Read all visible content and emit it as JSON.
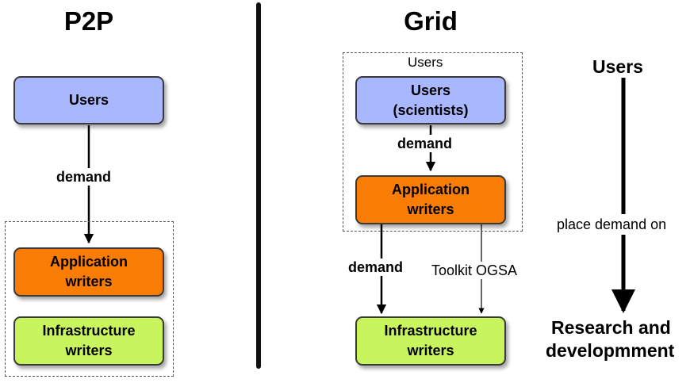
{
  "colors": {
    "users_box": "#a9b7ff",
    "application_box": "#f97c05",
    "infrastructure_box": "#c8f45e"
  },
  "p2p": {
    "heading": "P2P",
    "users_box": "Users",
    "demand_label": "demand",
    "application_box": "Application\nwriters",
    "infrastructure_box": "Infrastructure\nwriters"
  },
  "grid": {
    "heading": "Grid",
    "users_group_label": "Users",
    "users_box": "Users\n(scientists)",
    "demand_label_top": "demand",
    "application_box": "Application\nwriters",
    "demand_label_bottom": "demand",
    "toolkit_label": "Toolkit OGSA",
    "infrastructure_box": "Infrastructure\nwriters"
  },
  "side": {
    "top_label": "Users",
    "middle_label": "place demand on",
    "bottom_label_line1": "Research and",
    "bottom_label_line2": "developmment"
  }
}
